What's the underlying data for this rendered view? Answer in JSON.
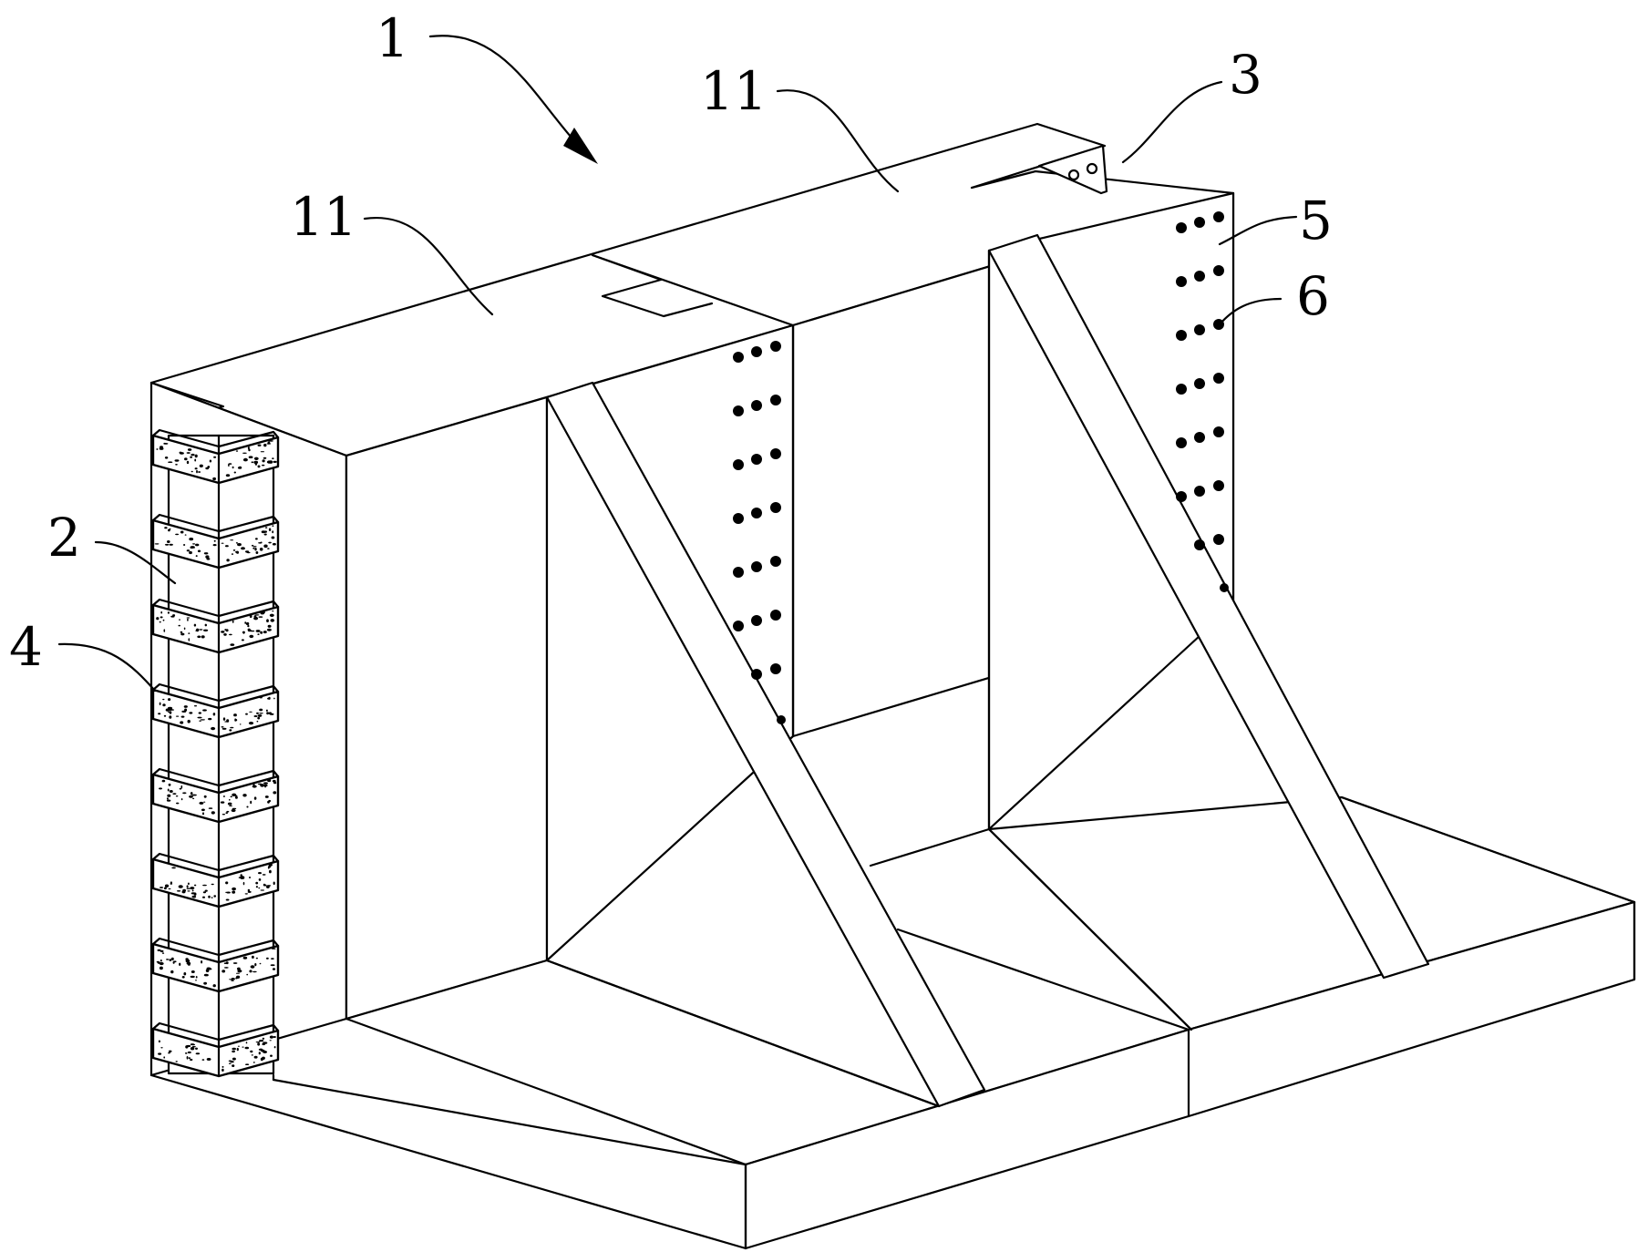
{
  "labels": {
    "assembly": "1",
    "segment_left": "11",
    "segment_right": "11",
    "connector": "2",
    "tab": "3",
    "pad": "4",
    "hole_a": "5",
    "hole_b": "6"
  }
}
